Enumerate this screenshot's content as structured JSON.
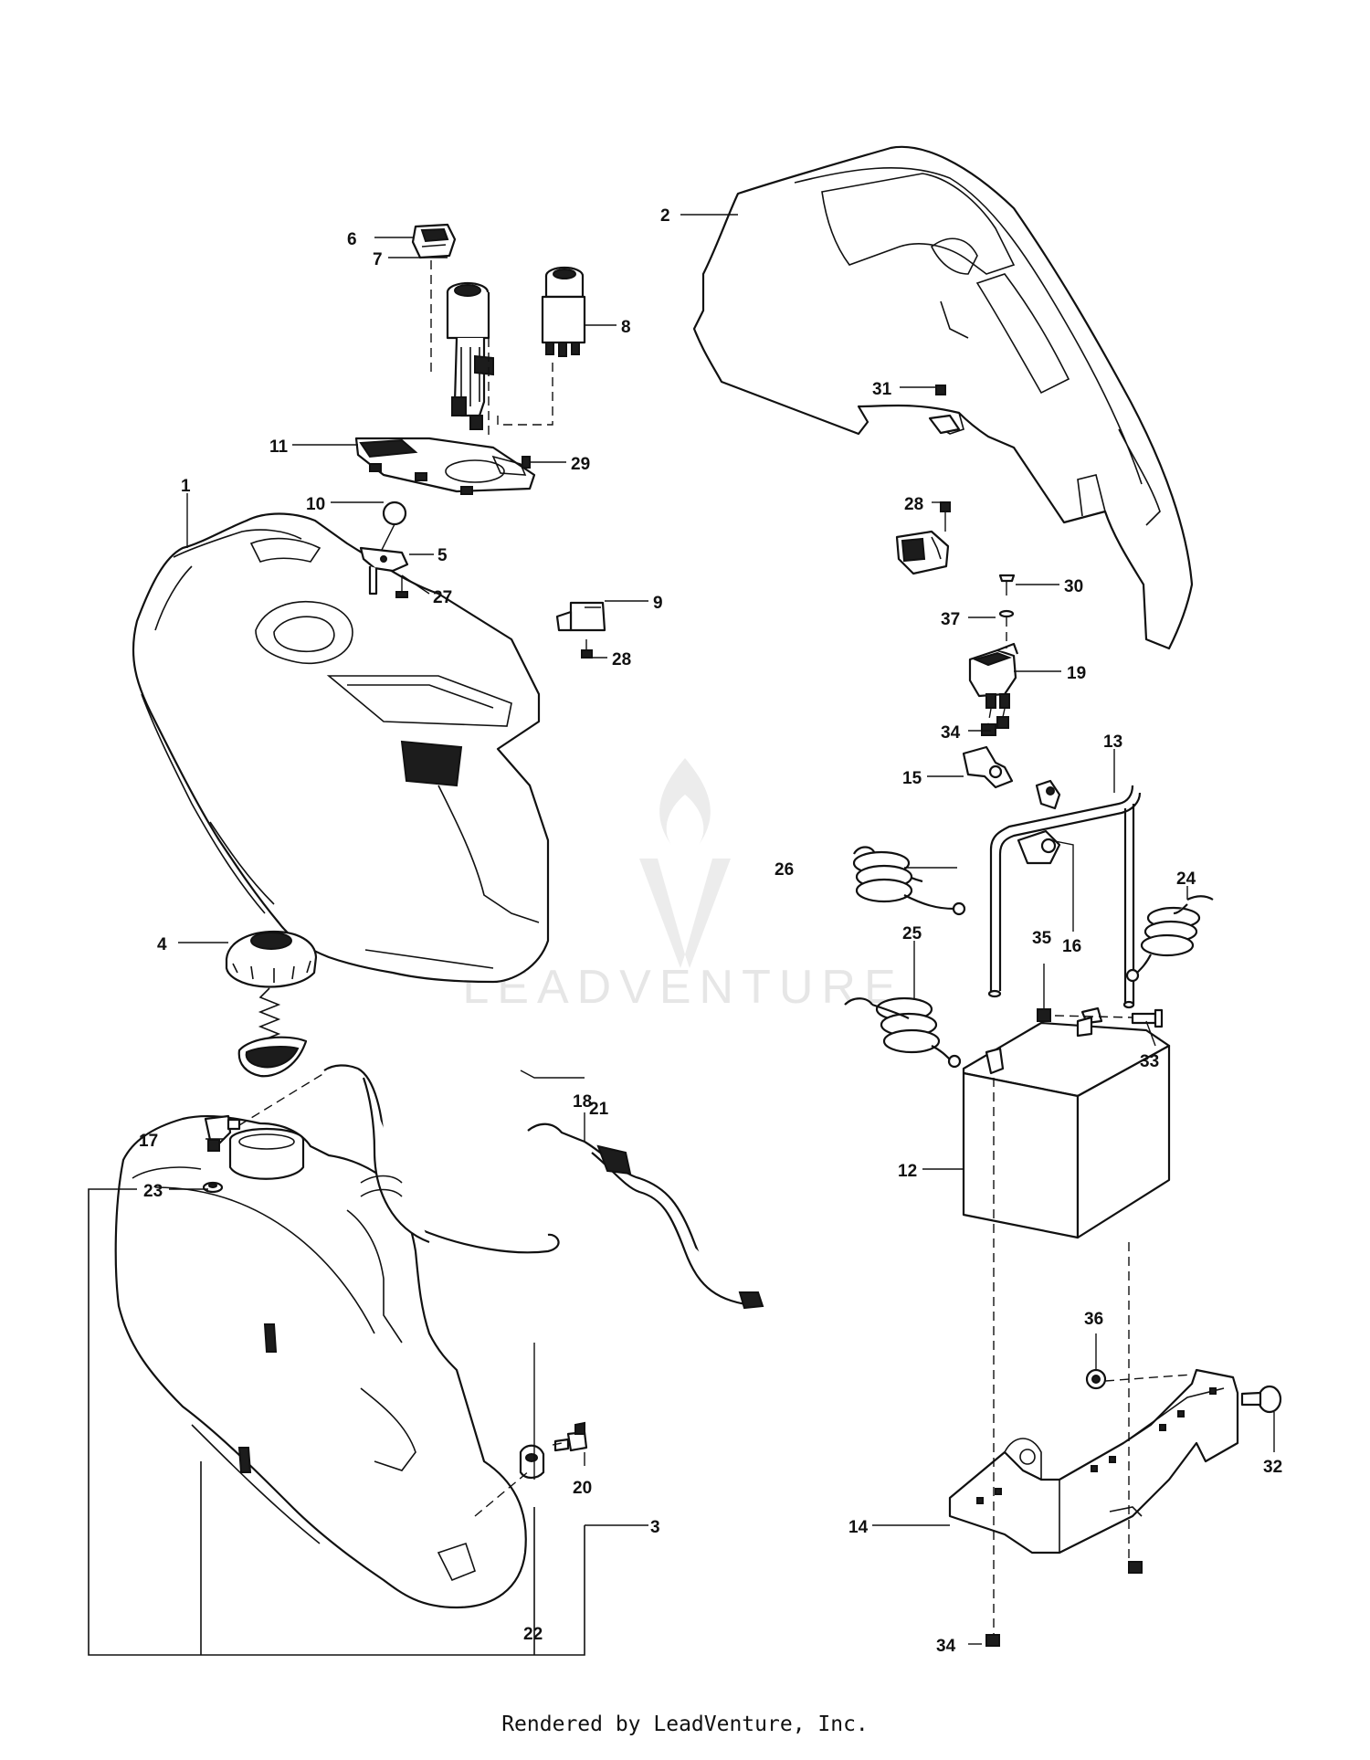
{
  "diagram": {
    "callouts": [
      "1",
      "2",
      "3",
      "4",
      "5",
      "6",
      "7",
      "8",
      "9",
      "10",
      "11",
      "12",
      "13",
      "14",
      "15",
      "16",
      "17",
      "18",
      "19",
      "20",
      "21",
      "22",
      "23",
      "24",
      "25",
      "26",
      "27",
      "28",
      "28",
      "29",
      "30",
      "31",
      "32",
      "33",
      "33",
      "34",
      "34",
      "35",
      "36",
      "37"
    ]
  },
  "watermark": {
    "text": "LEADVENTURE"
  },
  "footer": {
    "text": "Rendered by LeadVenture, Inc."
  }
}
